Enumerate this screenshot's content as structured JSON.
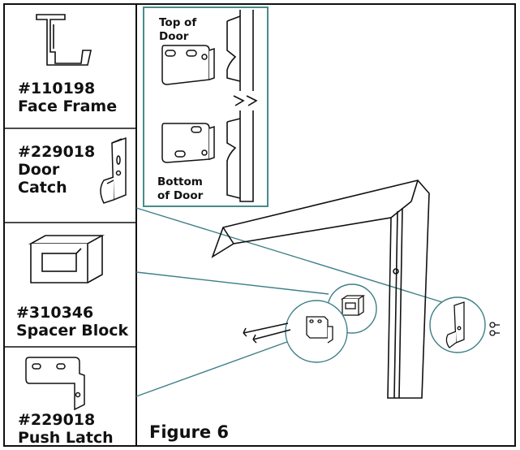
{
  "parts": [
    {
      "number": "#110198",
      "name": "Face Frame"
    },
    {
      "number": "#229018",
      "name_line1": "Door",
      "name_line2": "Catch"
    },
    {
      "number": "#310346",
      "name": "Spacer Block"
    },
    {
      "number": "#229018",
      "name": "Push Latch"
    }
  ],
  "inset": {
    "top_line1": "Top of",
    "top_line2": "Door",
    "bottom_line1": "Bottom",
    "bottom_line2": "of Door"
  },
  "figure_label": "Figure 6",
  "colors": {
    "inset_border": "#4a8a8a",
    "leader": "#3d7f87",
    "ink": "#111111"
  }
}
